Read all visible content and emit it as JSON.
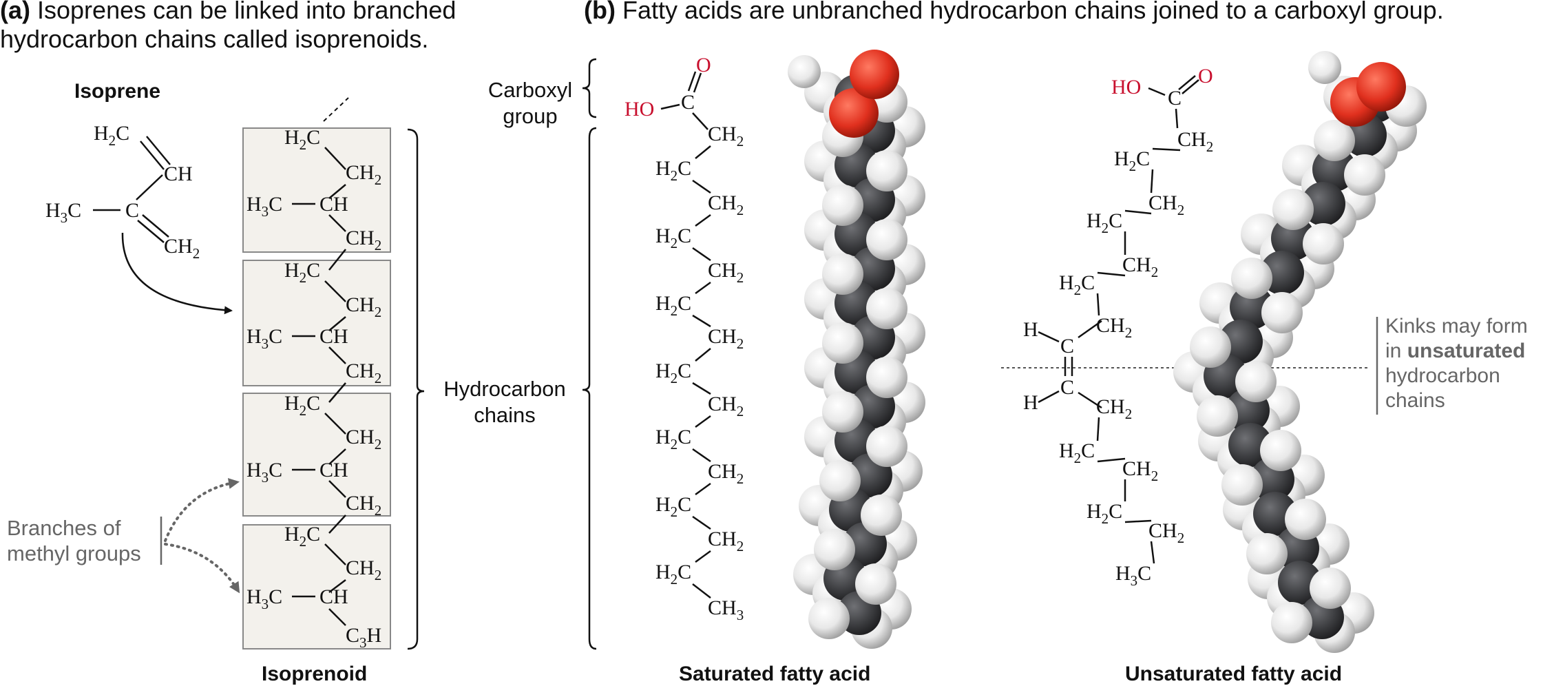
{
  "panel_a": {
    "title_prefix": "(a)",
    "title_line1": "Isoprenes can be linked into branched",
    "title_line2": "hydrocarbon chains called isoprenoids.",
    "isoprene_label": "Isoprene",
    "isoprenoid_label": "Isoprenoid",
    "branches_line1": "Branches of",
    "branches_line2": "methyl groups",
    "end_group": "C",
    "end_group_sub": "3",
    "end_group_suffix": "H"
  },
  "panel_b": {
    "title_prefix": "(b)",
    "title_text": "Fatty acids are unbranched hydrocarbon chains joined to a carboxyl group.",
    "carboxyl_line1": "Carboxyl",
    "carboxyl_line2": "group",
    "hydrocarbon_line1": "Hydrocarbon",
    "hydrocarbon_line2": "chains",
    "saturated_label": "Saturated fatty acid",
    "unsaturated_label": "Unsaturated fatty acid",
    "kinks_line1": "Kinks may form",
    "kinks_prefix": "in ",
    "kinks_bold": "unsaturated",
    "kinks_line3": "hydrocarbon",
    "kinks_line4": "chains"
  },
  "atoms": {
    "carbon": "C",
    "hydrogen": "H",
    "oxygen": "O",
    "hydroxyl": "HO",
    "dash": "—",
    "sub2": "2",
    "sub3": "3"
  },
  "colors": {
    "oxygen_red": "#c8102e",
    "box_fill": "#f3f1ec",
    "box_stroke": "#888888",
    "carbon_dark": "#3c3d40",
    "hydrogen_white": "#f4f4f4",
    "atom_red": "#e0301e",
    "label_grey": "#666666"
  }
}
